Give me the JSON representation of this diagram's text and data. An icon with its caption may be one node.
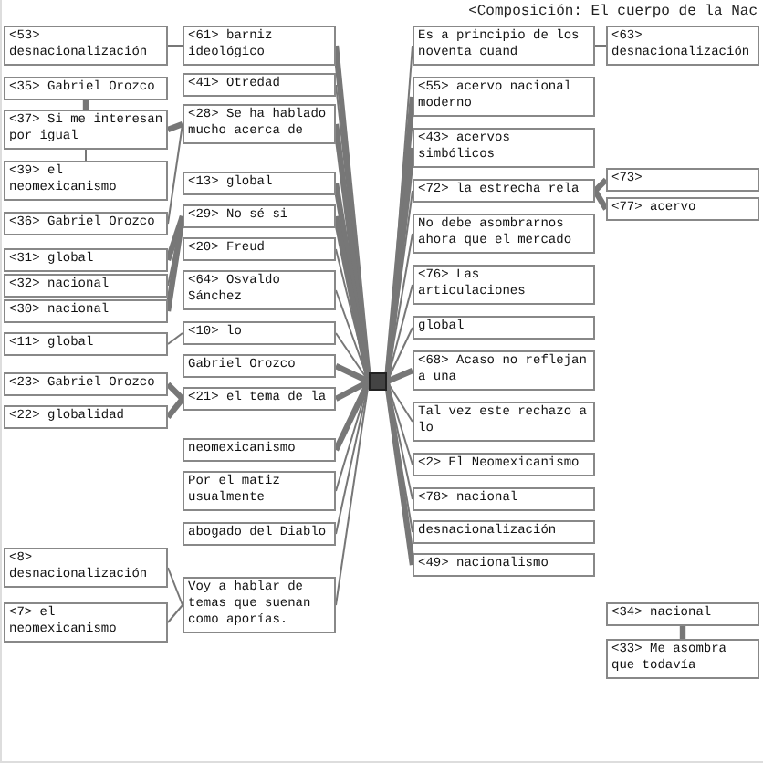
{
  "diagram": {
    "nodes": [
      {
        "text": [
          "<53> desnacionalización"
        ]
      },
      {
        "text": [
          "<35> Gabriel Orozco"
        ]
      },
      {
        "text": [
          "<39> el neomexicanismo"
        ]
      },
      {
        "text": [
          "<61> barniz ideológico"
        ]
      },
      {
        "text": [
          "<63> desnacionalización"
        ]
      },
      {
        "text": [
          "Es a principio de los noventa cuand"
        ]
      },
      {
        "text": [
          "<55> acervo nacional moderno"
        ]
      },
      {
        "text": [
          "<41> Otredad"
        ]
      },
      {
        "text": [
          "<37> Si me interesan por igual"
        ]
      },
      {
        "text": [
          "<43> acervos simbólicos"
        ]
      },
      {
        "text": [
          "<34> nacional"
        ]
      },
      {
        "text": [
          "<36> Gabriel Orozco"
        ]
      },
      {
        "text": [
          "<72> la estrecha rela"
        ]
      },
      {
        "text": [
          "No debe asombrarnos ahora que el mercado"
        ]
      },
      {
        "text": [
          "<73>"
        ]
      },
      {
        "text": [
          "<31> global"
        ]
      },
      {
        "text": [
          "<32> nacional"
        ]
      },
      {
        "text": [
          "<28> Se ha hablado mucho acerca de"
        ]
      },
      {
        "text": [
          "<76> Las articulaciones"
        ]
      },
      {
        "text": [
          "global"
        ]
      },
      {
        "text": [
          "<30> nacional"
        ]
      },
      {
        "text": [
          "<33> Me asombra que todavía"
        ]
      },
      {
        "text": [
          "<13> global"
        ]
      },
      {
        "text": [
          "<68> Acaso no reflejan a una"
        ]
      },
      {
        "text": [
          "<29> No sé si"
        ]
      },
      {
        "text": [
          "<20> Freud"
        ]
      },
      {
        "text": [
          "Tal vez este rechazo a lo"
        ]
      },
      {
        "text": [
          "<77> acervo"
        ]
      },
      {
        "text": [
          "<2> El Neomexicanismo"
        ]
      },
      {
        "text": [
          "<78> nacional"
        ]
      },
      {
        "text": [
          "<11> global"
        ]
      },
      {
        "text": [
          "<64> Osvaldo Sánchez"
        ]
      },
      {
        "text": [
          "Gabriel Orozco"
        ]
      },
      {
        "text": [
          "<23> Gabriel Orozco"
        ]
      },
      {
        "text": [
          "Por el matiz usualmente"
        ]
      },
      {
        "text": [
          "neomexicanismo"
        ]
      },
      {
        "text": [
          "<10> lo"
        ]
      },
      {
        "text": [
          "desnacionalización"
        ]
      },
      {
        "text": [
          "<49> nacionalismo"
        ]
      },
      {
        "text": [
          "<22> globalidad"
        ]
      },
      {
        "text": [
          "<21> el tema de la"
        ]
      },
      {
        "text": [
          "abogado del Diablo"
        ]
      },
      {
        "text": [
          "<8> desnacionalización"
        ]
      },
      {
        "text": [
          "Voy a hablar de temas que suenan como aporías."
        ]
      },
      {
        "text": [
          "<7> el neomexicanismo"
        ]
      },
      {
        "text": [],
        "shape": "box"
      }
    ],
    "edges": [
      {
        "from": 0,
        "to": 3,
        "arrow": "none"
      },
      {
        "from": 1,
        "to": 8,
        "arrow": "none",
        "style": "thick"
      },
      {
        "from": 2,
        "to": 8,
        "arrow": "none"
      },
      {
        "from": 3,
        "to": 45,
        "arrow": "none",
        "style": "thick"
      },
      {
        "from": 4,
        "to": 5,
        "arrow": "none"
      },
      {
        "from": 5,
        "to": 45,
        "arrow": "none"
      },
      {
        "from": 6,
        "to": 45,
        "arrow": "none",
        "style": "thick"
      },
      {
        "from": 7,
        "to": 45,
        "arrow": "none"
      },
      {
        "from": 8,
        "to": 17,
        "arrow": "none",
        "style": "thick"
      },
      {
        "from": 9,
        "to": 45,
        "arrow": "none",
        "style": "thick"
      },
      {
        "from": 10,
        "to": 21,
        "arrow": "none",
        "style": "thick"
      },
      {
        "from": 11,
        "to": 17,
        "arrow": "none"
      },
      {
        "from": 12,
        "to": 14,
        "arrow": "none",
        "style": "thick"
      },
      {
        "from": 12,
        "to": 27,
        "arrow": "none",
        "style": "thick"
      },
      {
        "from": 12,
        "to": 45,
        "arrow": "none"
      },
      {
        "from": 13,
        "to": 45,
        "arrow": "none"
      },
      {
        "from": 15,
        "to": 24,
        "arrow": "none",
        "style": "thick"
      },
      {
        "from": 16,
        "to": 24,
        "arrow": "none"
      },
      {
        "from": 20,
        "to": 24,
        "arrow": "none",
        "style": "thick"
      },
      {
        "from": 17,
        "to": 45,
        "arrow": "none",
        "style": "thick"
      },
      {
        "from": 18,
        "to": 45,
        "arrow": "none"
      },
      {
        "from": 19,
        "to": 45,
        "arrow": "none"
      },
      {
        "from": 22,
        "to": 45,
        "arrow": "none",
        "style": "thick"
      },
      {
        "from": 23,
        "to": 45,
        "arrow": "none",
        "style": "thick"
      },
      {
        "from": 24,
        "to": 45,
        "arrow": "none",
        "style": "thick"
      },
      {
        "from": 25,
        "to": 45,
        "arrow": "none"
      },
      {
        "from": 26,
        "to": 45,
        "arrow": "none"
      },
      {
        "from": 28,
        "to": 45,
        "arrow": "none"
      },
      {
        "from": 29,
        "to": 45,
        "arrow": "none"
      },
      {
        "from": 30,
        "to": 36,
        "arrow": "none"
      },
      {
        "from": 31,
        "to": 45,
        "arrow": "none"
      },
      {
        "from": 32,
        "to": 45,
        "arrow": "none",
        "style": "thick"
      },
      {
        "from": 33,
        "to": 40,
        "arrow": "none",
        "style": "thick"
      },
      {
        "from": 39,
        "to": 40,
        "arrow": "none",
        "style": "thick"
      },
      {
        "from": 40,
        "to": 45,
        "arrow": "none",
        "style": "thick"
      },
      {
        "from": 34,
        "to": 45,
        "arrow": "none"
      },
      {
        "from": 35,
        "to": 45,
        "arrow": "none",
        "style": "thick"
      },
      {
        "from": 36,
        "to": 45,
        "arrow": "none"
      },
      {
        "from": 37,
        "to": 45,
        "arrow": "none"
      },
      {
        "from": 38,
        "to": 45,
        "arrow": "none",
        "style": "thick"
      },
      {
        "from": 41,
        "to": 45,
        "arrow": "none"
      },
      {
        "from": 42,
        "to": 43,
        "arrow": "none"
      },
      {
        "from": 44,
        "to": 43,
        "arrow": "none"
      },
      {
        "from": 43,
        "to": 45,
        "arrow": "none"
      }
    ],
    "labels": [
      "<Composición: El cuerpo de la Nac"
    ]
  }
}
